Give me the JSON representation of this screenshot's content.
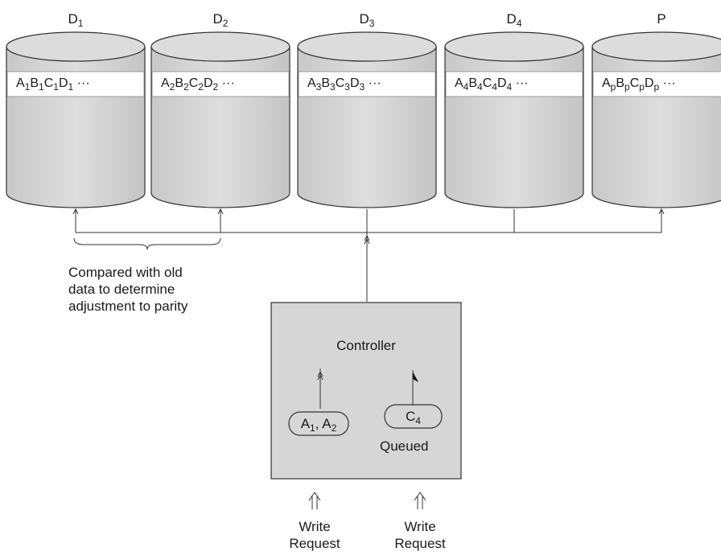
{
  "disks": [
    {
      "title": "D",
      "title_sub": "1",
      "stripe": [
        [
          "A",
          "1"
        ],
        [
          "B",
          "1"
        ],
        [
          "C",
          "1"
        ],
        [
          "D",
          "1"
        ]
      ],
      "more": "···",
      "link": "up"
    },
    {
      "title": "D",
      "title_sub": "2",
      "stripe": [
        [
          "A",
          "2"
        ],
        [
          "B",
          "2"
        ],
        [
          "C",
          "2"
        ],
        [
          "D",
          "2"
        ]
      ],
      "more": "···",
      "link": "up"
    },
    {
      "title": "D",
      "title_sub": "3",
      "stripe": [
        [
          "A",
          "3"
        ],
        [
          "B",
          "3"
        ],
        [
          "C",
          "3"
        ],
        [
          "D",
          "3"
        ]
      ],
      "more": "···",
      "link": "none"
    },
    {
      "title": "D",
      "title_sub": "4",
      "stripe": [
        [
          "A",
          "4"
        ],
        [
          "B",
          "4"
        ],
        [
          "C",
          "4"
        ],
        [
          "D",
          "4"
        ]
      ],
      "more": "···",
      "link": "none"
    },
    {
      "title": "P",
      "title_sub": "",
      "stripe": [
        [
          "A",
          "p"
        ],
        [
          "B",
          "p"
        ],
        [
          "C",
          "p"
        ],
        [
          "D",
          "p"
        ]
      ],
      "more": "···",
      "link": "up"
    }
  ],
  "note": {
    "line1": "Compared with old",
    "line2": "data to determine",
    "line3": "adjustment to parity"
  },
  "controller": {
    "title": "Controller",
    "pill_left": [
      [
        "A",
        "1"
      ],
      [
        ", A",
        "2"
      ]
    ],
    "pill_right": [
      [
        "C",
        "4"
      ]
    ],
    "queued_label": "Queued"
  },
  "requests": [
    {
      "line1": "Write",
      "line2": "Request"
    },
    {
      "line1": "Write",
      "line2": "Request"
    }
  ],
  "colors": {
    "disk_fill": "#d4d4d4",
    "disk_top": "#dcdcdc",
    "stripe_fill": "#ffffff",
    "controller_fill": "#d6d6d6",
    "line": "#333333"
  }
}
